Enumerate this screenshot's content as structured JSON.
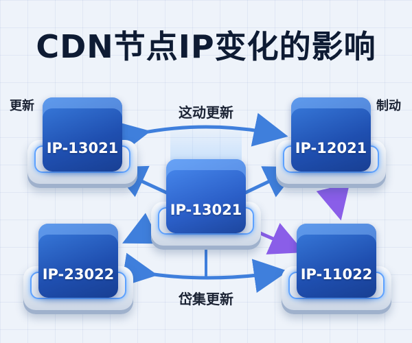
{
  "title": "CDN节点IP变化的影响",
  "labels": {
    "top_left": "更新",
    "top_right": "制动",
    "top_flow": "这动更新",
    "bottom_flow": "岱集更新"
  },
  "nodes": {
    "top_left": "IP-13021",
    "top_right": "IP-12021",
    "center": "IP-13021",
    "bottom_left": "IP-23022",
    "bottom_right": "IP-11022"
  },
  "colors": {
    "arrow_blue": "#3f7fdc",
    "arrow_purple": "#8a5ee8",
    "cube_blue": "#2b5fc8",
    "title": "#0e1b33"
  }
}
